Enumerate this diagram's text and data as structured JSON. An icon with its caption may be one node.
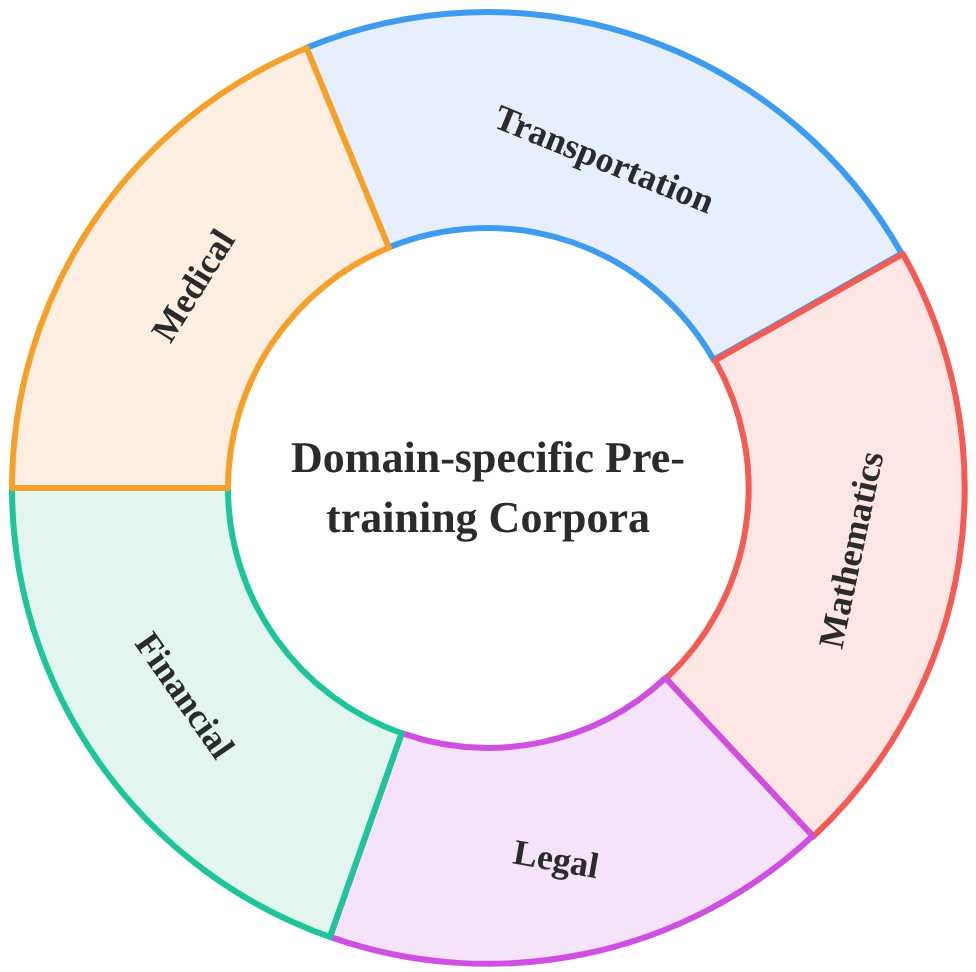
{
  "diagram": {
    "nodes": [
      {
        "text": [
          "Domain-specific Pre-training Corpora"
        ]
      },
      {
        "text": [
          "Transportation"
        ]
      },
      {
        "text": [
          "Mathematics"
        ]
      },
      {
        "text": [
          "Legal"
        ]
      },
      {
        "text": [
          "Financial"
        ]
      },
      {
        "text": [
          "Medical"
        ]
      }
    ]
  }
}
